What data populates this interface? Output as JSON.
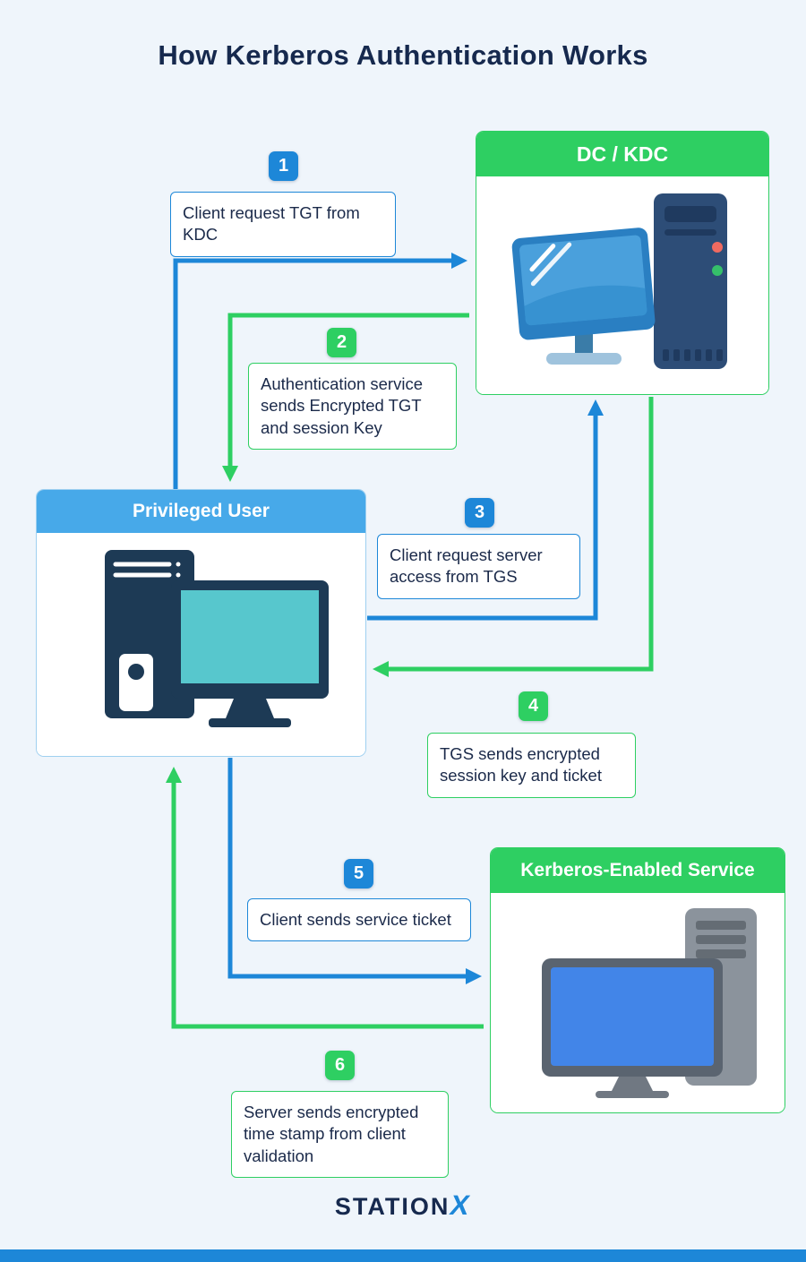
{
  "title": "How Kerberos Authentication Works",
  "nodes": {
    "kdc": {
      "label": "DC / KDC"
    },
    "user": {
      "label": "Privileged User"
    },
    "service": {
      "label": "Kerberos-Enabled Service"
    }
  },
  "steps": [
    {
      "num": "1",
      "text": "Client request TGT from KDC",
      "color": "blue"
    },
    {
      "num": "2",
      "text": "Authentication service sends Encrypted TGT and session Key",
      "color": "green"
    },
    {
      "num": "3",
      "text": "Client request server access from TGS",
      "color": "blue"
    },
    {
      "num": "4",
      "text": "TGS sends encrypted session key and ticket",
      "color": "green"
    },
    {
      "num": "5",
      "text": "Client sends service ticket",
      "color": "blue"
    },
    {
      "num": "6",
      "text": "Server sends encrypted time stamp from client validation",
      "color": "green"
    }
  ],
  "colors": {
    "background": "#eff5fb",
    "blue": "#1d87d8",
    "green": "#2ecf62",
    "navy": "#16294e",
    "header_blue": "#47a9e9"
  },
  "footer": {
    "brand": "STATION",
    "brand_x": "X"
  }
}
